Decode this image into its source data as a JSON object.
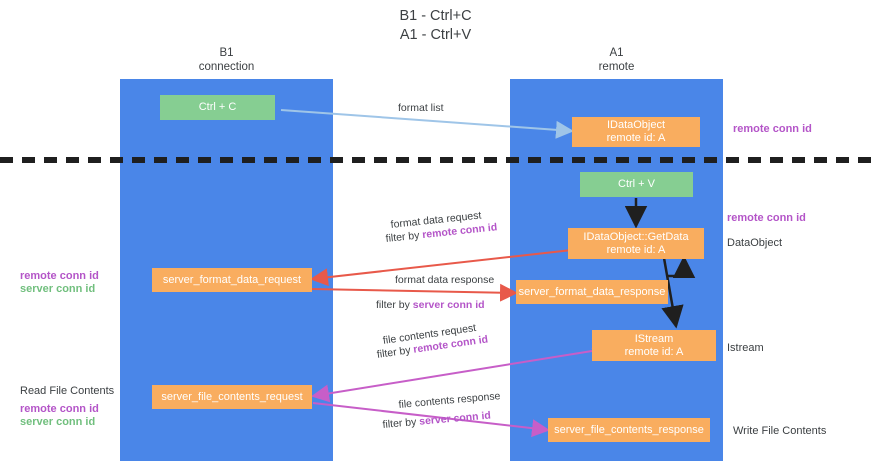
{
  "title": {
    "line1": "B1 - Ctrl+C",
    "line2": "A1 - Ctrl+V"
  },
  "columns": [
    {
      "name": "B1",
      "sub": "connection"
    },
    {
      "name": "A1",
      "sub": "remote"
    }
  ],
  "colors": {
    "lane": "#4a86e8",
    "green_box": "#86ce92",
    "orange_box": "#f9ad5f",
    "remote_conn_id": "#b455c8",
    "server_conn_id": "#71bf7e",
    "arrow_blue": "#9fc5e8",
    "arrow_red": "#e8594a",
    "arrow_magenta": "#c75ec8",
    "arrow_black": "#1f1f1f",
    "divider": "#1f1f1f"
  },
  "boxes": {
    "ctrl_c": {
      "label": "Ctrl + C"
    },
    "ctrl_v": {
      "label": "Ctrl + V"
    },
    "idataobject": {
      "label": "IDataObject",
      "sub": "remote id: A"
    },
    "idataobject_getdata": {
      "label": "IDataObject::GetData",
      "sub": "remote id: A"
    },
    "istream": {
      "label": "IStream",
      "sub": "remote id: A"
    },
    "server_format_data_request": {
      "label": "server_format_data_request"
    },
    "server_format_data_response": {
      "label": "server_format_data_response"
    },
    "server_file_contents_request": {
      "label": "server_file_contents_request"
    },
    "server_file_contents_response": {
      "label": "server_file_contents_response"
    }
  },
  "edge_labels": {
    "format_list": "format list",
    "format_data_request": "format data request",
    "format_data_request_filter_prefix": "filter by ",
    "format_data_request_filter_key": "remote conn id",
    "format_data_response": "format data response",
    "format_data_response_filter_prefix": "filter by ",
    "format_data_response_filter_key": "server conn id",
    "file_contents_request": "file contents request",
    "file_contents_request_filter_prefix": "filter by ",
    "file_contents_request_filter_key": "remote conn id",
    "file_contents_response": "file contents response",
    "file_contents_response_filter_prefix": "filter by ",
    "file_contents_response_filter_key": "server conn id"
  },
  "annotations": {
    "right_remote_conn_id_top": "remote conn id",
    "right_remote_conn_id_mid": "remote conn id",
    "right_dataobject": "DataObject",
    "right_istream": "Istream",
    "right_write_file_contents": "Write File Contents",
    "left_remote_conn_id_mid": "remote conn id",
    "left_server_conn_id_mid": "server conn id",
    "left_read_file_contents": "Read File Contents",
    "left_remote_conn_id_bottom": "remote conn id",
    "left_server_conn_id_bottom": "server conn id"
  }
}
